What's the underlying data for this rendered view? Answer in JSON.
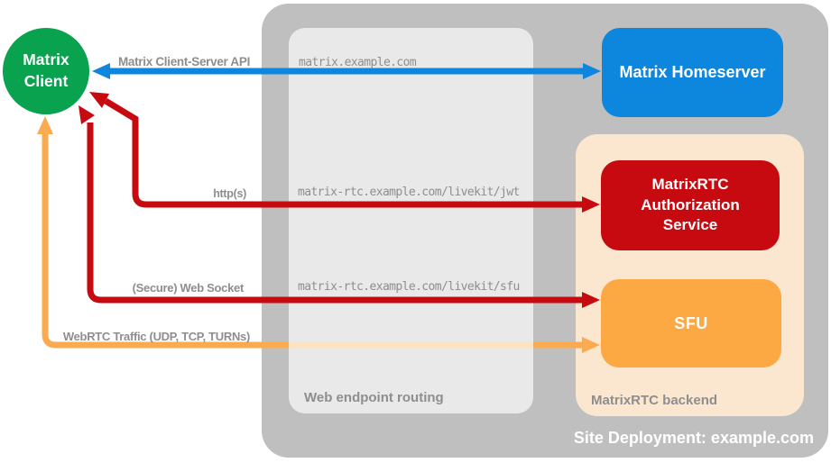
{
  "colors": {
    "canvas_bg": "#ffffff",
    "site_container": "#bfbfbf",
    "routing_box": "rgba(255,255,255,0.65)",
    "backend_container": "#fbe7cf",
    "client_green": "#09a24e",
    "homeserver_blue": "#0d86dd",
    "auth_red": "#c70a10",
    "sfu_orange": "#fca843",
    "arrow_orange": "#fbab4f",
    "label_gray": "#8e8e8e"
  },
  "nodes": {
    "client": {
      "label": "Matrix Client",
      "shape": "circle"
    },
    "homeserver": {
      "label": "Matrix Homeserver"
    },
    "auth_service": {
      "label": "MatrixRTC Authorization Service"
    },
    "sfu": {
      "label": "SFU"
    }
  },
  "containers": {
    "site": {
      "label": "Site Deployment: example.com"
    },
    "routing": {
      "label": "Web endpoint routing"
    },
    "backend": {
      "label": "MatrixRTC backend"
    }
  },
  "connections": [
    {
      "name": "matrix-client-server-api",
      "label": "Matrix Client-Server API",
      "endpoint": "matrix.example.com",
      "from": "client",
      "to": "homeserver",
      "bidirectional": true,
      "color_key": "homeserver_blue"
    },
    {
      "name": "https",
      "label": "http(s)",
      "endpoint": "matrix-rtc.example.com/livekit/jwt",
      "from": "client",
      "to": "auth_service",
      "bidirectional": true,
      "color_key": "auth_red"
    },
    {
      "name": "secure-web-socket",
      "label": "(Secure) Web Socket",
      "endpoint": "matrix-rtc.example.com/livekit/sfu",
      "from": "client",
      "to": "sfu",
      "bidirectional": true,
      "color_key": "auth_red"
    },
    {
      "name": "webrtc-traffic",
      "label": "WebRTC Traffic (UDP, TCP, TURNs)",
      "from": "client",
      "to": "sfu",
      "bidirectional": true,
      "color_key": "arrow_orange"
    }
  ]
}
